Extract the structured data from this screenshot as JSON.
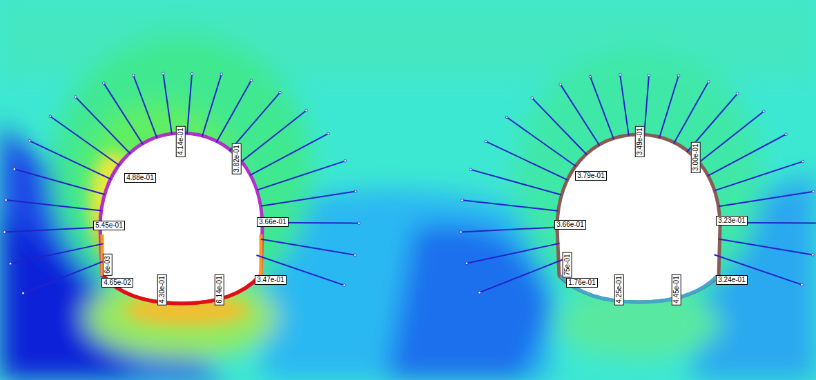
{
  "diagram": {
    "labels": [
      "4.14e-01",
      "3.82e-01",
      "4.88e-01",
      "5.45e-01",
      "3.66e-01",
      "6e-03",
      "4.65e-02",
      "4.30e-01",
      "6.14e-01",
      "3.47e-01",
      "3.49e-01",
      "3.00e-01",
      "3.79e-01",
      "3.66e-01",
      "3.23e-01",
      "75e-01",
      "1.76e-01",
      "4.25e-01",
      "4.45e-01",
      "3.24e-01"
    ]
  }
}
